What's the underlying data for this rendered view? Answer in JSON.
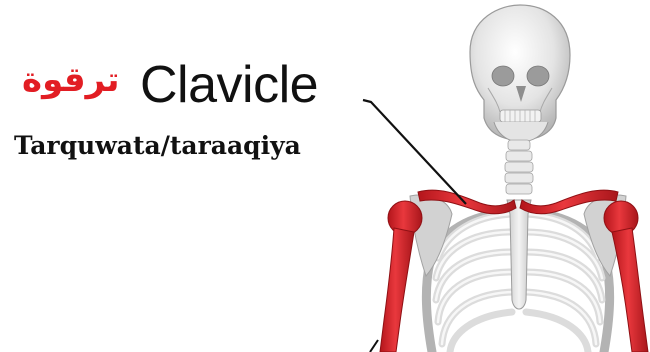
{
  "labels": {
    "arabic": "ترقوة",
    "english": "Clavicle",
    "transliteration": "Tarquwata/taraaqiya"
  },
  "colors": {
    "arabic_text": "#e21d23",
    "english_text": "#111111",
    "transliteration_text": "#111111",
    "highlight_bone": "#d9262b",
    "bone": "#e7e7e7",
    "bone_shadow": "#a8a8a8",
    "leader_line": "#111111"
  },
  "highlighted_bones": [
    "clavicle",
    "humerus"
  ],
  "icons": [
    "skeleton-torso-illustration"
  ]
}
